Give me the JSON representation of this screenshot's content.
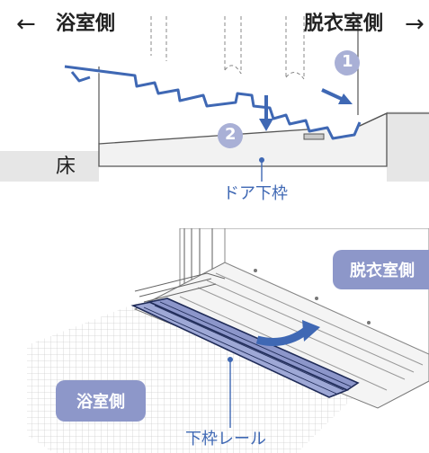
{
  "top": {
    "left_label": "浴室側",
    "right_label": "脱衣室側",
    "left_arrow": "←",
    "right_arrow": "→",
    "step1": "1",
    "step2": "2",
    "floor_label": "床",
    "frame_label": "ドア下枠"
  },
  "bottom": {
    "right_label": "脱衣室側",
    "left_label": "浴室側",
    "rail_label": "下枠レール"
  },
  "colors": {
    "step_badge": "#a9b0d6",
    "pill": "#8d97c9",
    "accent_blue": "#3f68b4",
    "rail_fill": "#9ea8d6"
  }
}
